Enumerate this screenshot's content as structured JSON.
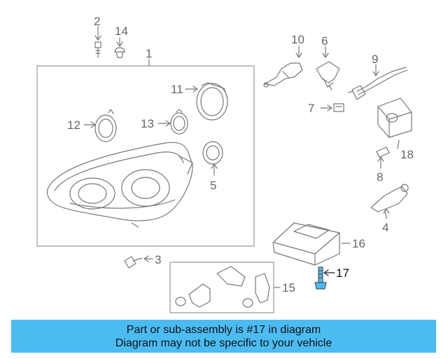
{
  "diagram": {
    "callouts": [
      {
        "id": "1",
        "label": "1"
      },
      {
        "id": "2",
        "label": "2"
      },
      {
        "id": "3",
        "label": "3"
      },
      {
        "id": "4",
        "label": "4"
      },
      {
        "id": "5",
        "label": "5"
      },
      {
        "id": "6",
        "label": "6"
      },
      {
        "id": "7",
        "label": "7"
      },
      {
        "id": "8",
        "label": "8"
      },
      {
        "id": "9",
        "label": "9"
      },
      {
        "id": "10",
        "label": "10"
      },
      {
        "id": "11",
        "label": "11"
      },
      {
        "id": "12",
        "label": "12"
      },
      {
        "id": "13",
        "label": "13"
      },
      {
        "id": "14",
        "label": "14"
      },
      {
        "id": "15",
        "label": "15"
      },
      {
        "id": "16",
        "label": "16"
      },
      {
        "id": "17",
        "label": "17"
      },
      {
        "id": "18",
        "label": "18"
      }
    ],
    "highlighted_part": "17",
    "colors": {
      "line": "#777777",
      "highlight": "#4bbcf2",
      "banner": "#4bbcf2"
    }
  },
  "banner": {
    "line1": "Part or sub-assembly is #17 in diagram",
    "line2": "Diagram may not be specific to your vehicle"
  }
}
